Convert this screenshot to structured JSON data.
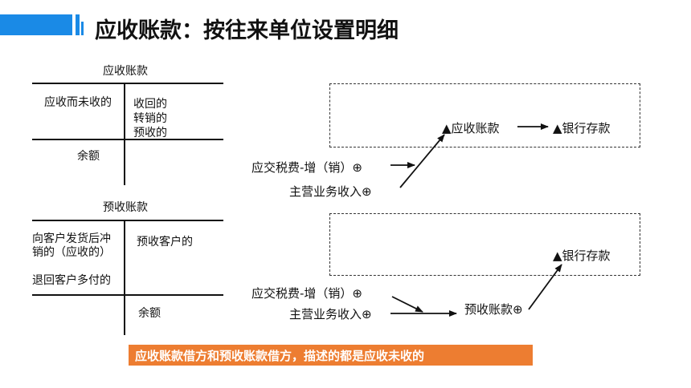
{
  "title": "应收账款：按往来单位设置明细",
  "t_account_receivable": {
    "name": "应收账款",
    "debit": "应收而未收的",
    "credit": [
      "收回的",
      "转销的",
      "预收的"
    ],
    "balance": "余额"
  },
  "t_account_advance": {
    "name": "预收账款",
    "debit": [
      "向客户发货后冲",
      "销的（应收的）",
      "退回客户多付的"
    ],
    "credit": "预收客户的",
    "balance": "余额"
  },
  "flow_top": {
    "node_receivable": "▲应收账款",
    "node_bank": "▲银行存款",
    "source_tax": "应交税费-增（销）⊕",
    "source_revenue": "主营业务收入⊕"
  },
  "flow_bottom": {
    "node_bank": "▲银行存款",
    "node_advance": "预收账款⊕",
    "source_tax": "应交税费-增（销）⊕",
    "source_revenue": "主营业务收入⊕"
  },
  "banner": "应收账款借方和预收账款借方，描述的都是应收未收的",
  "colors": {
    "accent_blue": "#1a8ae6",
    "banner_orange": "#ed7d31"
  }
}
